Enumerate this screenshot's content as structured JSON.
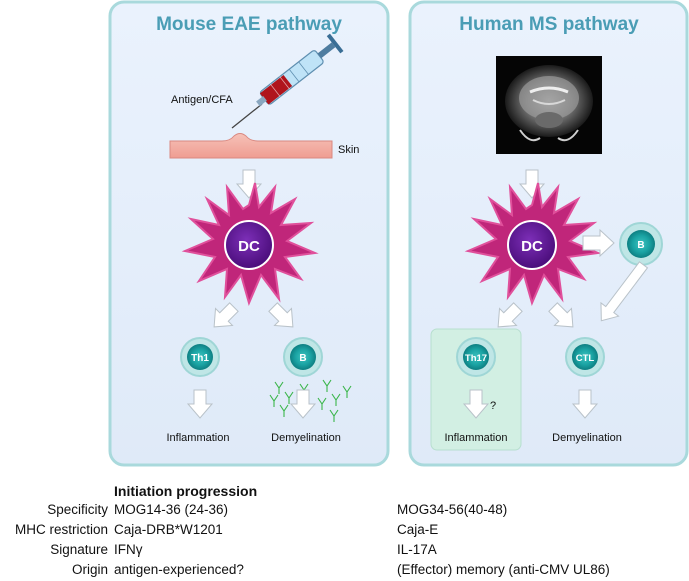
{
  "mouse_panel": {
    "title": "Mouse EAE pathway",
    "antigen_label": "Antigen/CFA",
    "skin_label": "Skin",
    "dc_label": "DC",
    "th1_label": "Th1",
    "b_label": "B",
    "inflammation_label": "Inflammation",
    "demyelination_label": "Demyelination"
  },
  "human_panel": {
    "title": "Human MS pathway",
    "dc_label": "DC",
    "b_label": "B",
    "th17_label": "Th17",
    "ctl_label": "CTL",
    "question_mark": "?",
    "inflammation_label": "Inflammation",
    "demyelination_label": "Demyelination"
  },
  "table": {
    "heading": "Initiation progression",
    "rows": [
      {
        "label": "Specificity",
        "mouse": "MOG14-36 (24-36)",
        "human": "MOG34-56(40-48)"
      },
      {
        "label": "MHC  restriction",
        "mouse": "Caja-DRB*W1201",
        "human": "Caja-E"
      },
      {
        "label": "Signature",
        "mouse": "IFNγ",
        "human": "IL-17A"
      },
      {
        "label": "Origin",
        "mouse": "antigen-experienced?",
        "human": "(Effector) memory (anti-CMV UL86)"
      }
    ]
  },
  "colors": {
    "panel_fill": "#e3eefb",
    "panel_border": "#a9d9dc",
    "title": "#4a9db5",
    "dc_body": "#c0267a",
    "dc_nucleus": "#5a1490",
    "cell_teal": "#1aa3a3",
    "skin": "#f4b2a8",
    "th17_box": "#d2efe3"
  }
}
